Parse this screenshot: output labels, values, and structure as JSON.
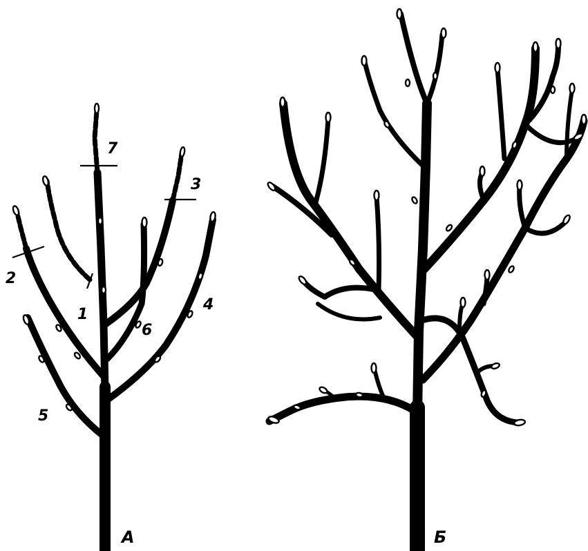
{
  "figure": {
    "panel_a": {
      "label": "А",
      "branch_numbers": [
        "1",
        "2",
        "3",
        "4",
        "5",
        "6",
        "7"
      ]
    },
    "panel_b": {
      "label": "Б"
    }
  }
}
